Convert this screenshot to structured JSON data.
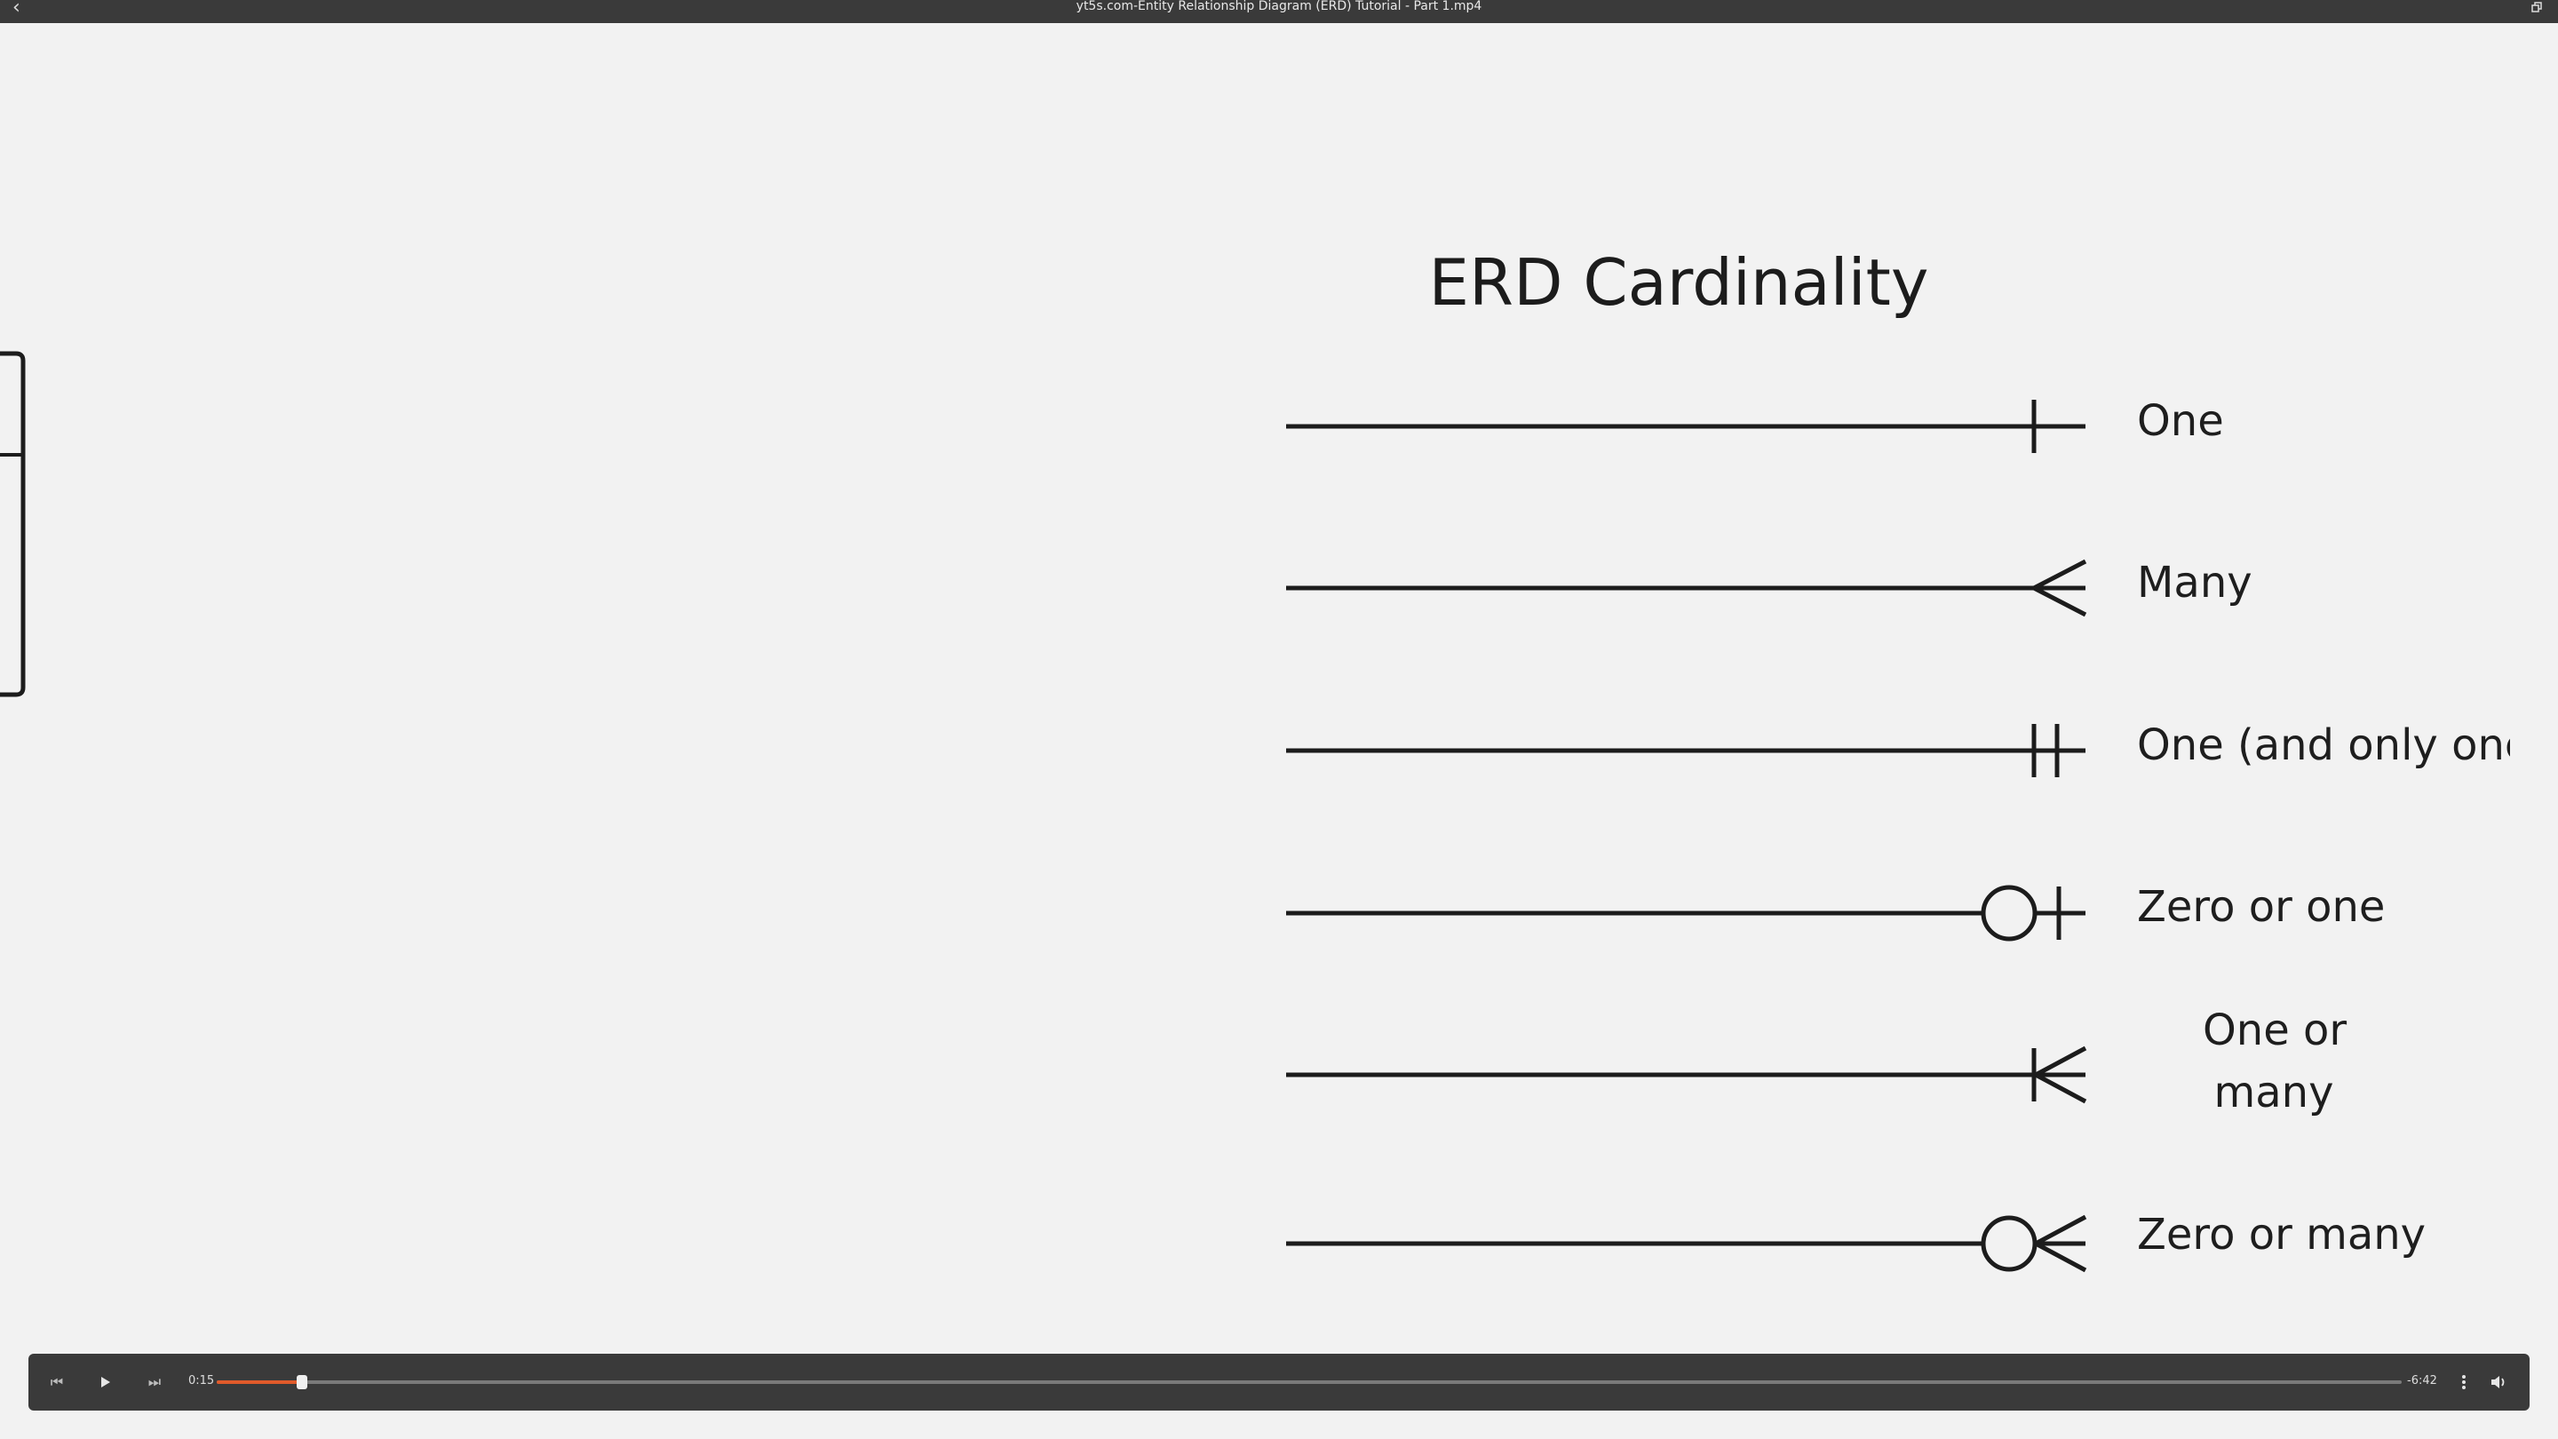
{
  "window": {
    "title": "yt5s.com-Entity Relationship Diagram (ERD) Tutorial - Part 1.mp4",
    "back_icon": "chevron-left-icon",
    "restore_icon": "restore-window-icon"
  },
  "slide": {
    "title": "ERD Cardinality",
    "rows": [
      {
        "label": "One",
        "symbol": "one"
      },
      {
        "label": "Many",
        "symbol": "many"
      },
      {
        "label": "One (and only one",
        "symbol": "one-and-only-one"
      },
      {
        "label": "Zero or one",
        "symbol": "zero-or-one"
      },
      {
        "label_line1": "One or",
        "label_line2": "many",
        "symbol": "one-or-many"
      },
      {
        "label": "Zero or many",
        "symbol": "zero-or-many"
      }
    ]
  },
  "player": {
    "elapsed": "0:15",
    "remaining": "-6:42",
    "progress_fraction": 0.039,
    "accent_color": "#e05a2a",
    "icons": {
      "previous": "skip-previous-icon",
      "play": "play-icon",
      "next": "skip-next-icon",
      "menu": "more-vertical-icon",
      "volume": "volume-icon"
    }
  }
}
